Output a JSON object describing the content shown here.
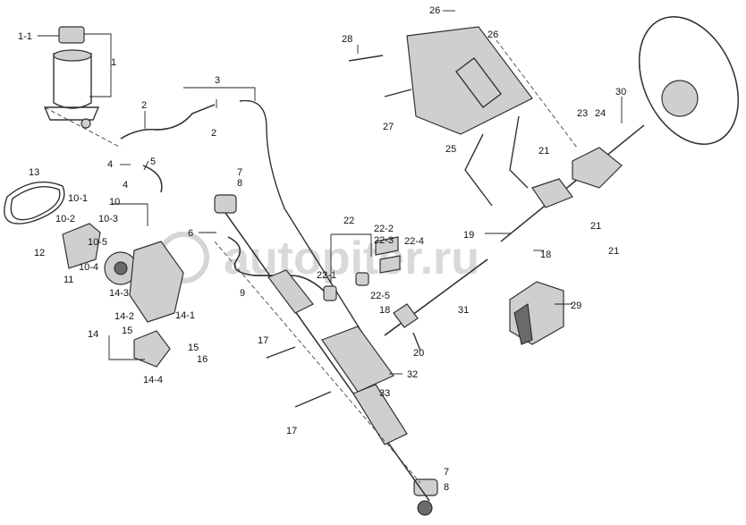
{
  "watermark": "autopiter.ru",
  "callouts": [
    "1-1",
    "1",
    "2",
    "2",
    "3",
    "4",
    "4",
    "5",
    "6",
    "7",
    "7",
    "8",
    "8",
    "9",
    "10",
    "10-1",
    "10-2",
    "10-3",
    "10-4",
    "10-5",
    "11",
    "12",
    "13",
    "14",
    "14-1",
    "14-2",
    "14-3",
    "14-4",
    "15",
    "15",
    "16",
    "17",
    "17",
    "18",
    "18",
    "19",
    "20",
    "21",
    "21",
    "21",
    "22",
    "22-1",
    "22-2",
    "22-3",
    "22-4",
    "22-5",
    "23",
    "24",
    "25",
    "26",
    "26",
    "27",
    "28",
    "29",
    "30",
    "31",
    "32",
    "33"
  ]
}
